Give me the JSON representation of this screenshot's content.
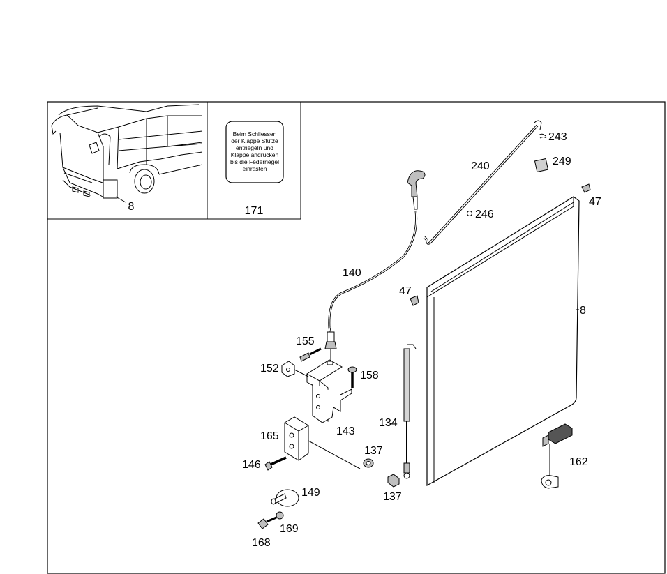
{
  "inset_vehicle": {
    "callout": "8"
  },
  "inset_sticker": {
    "lines": [
      "Beim Schliessen",
      "der Klappe Stütze",
      "entriegeln und",
      "Klappe andrücken",
      "bis die Federriegel",
      "einrasten"
    ],
    "callout": "171"
  },
  "callouts": {
    "c243": "243",
    "c249": "249",
    "c240": "240",
    "c47a": "47",
    "c246": "246",
    "c140": "140",
    "c47b": "47",
    "c8": "8",
    "c155": "155",
    "c152": "152",
    "c158": "158",
    "c143": "143",
    "c134": "134",
    "c165": "165",
    "c137a": "137",
    "c146": "146",
    "c162": "162",
    "c137b": "137",
    "c149": "149",
    "c169": "169",
    "c168": "168"
  }
}
